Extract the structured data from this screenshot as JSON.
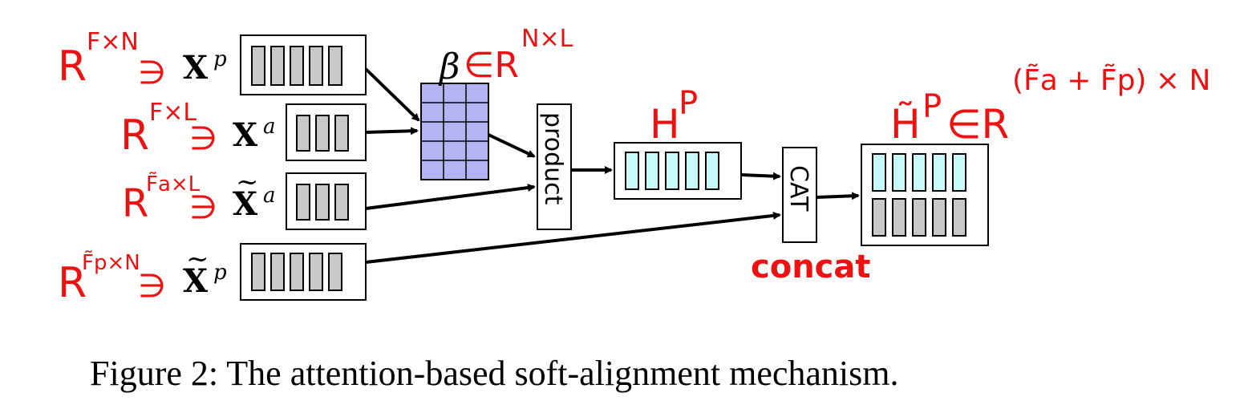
{
  "figure": {
    "caption": "Figure 2: The attention-based soft-alignment mechanism."
  },
  "inputs": {
    "xp": {
      "symbol": "X",
      "superscript": "p",
      "tilde": false,
      "annotation_base": "R",
      "annotation_exp": "F×N"
    },
    "xa": {
      "symbol": "X",
      "superscript": "a",
      "tilde": false,
      "annotation_base": "R",
      "annotation_exp": "F×L"
    },
    "xa_tilde": {
      "symbol": "X",
      "superscript": "a",
      "tilde": true,
      "annotation_base": "R",
      "annotation_exp": "F̃a×L"
    },
    "xp_tilde": {
      "symbol": "X",
      "superscript": "p",
      "tilde": true,
      "annotation_base": "R",
      "annotation_exp": "F̃p×N"
    }
  },
  "membership_symbol": "∋",
  "beta": {
    "label": "β∈R",
    "exp": "N×L",
    "color": "#b4b4f5"
  },
  "product": {
    "label": "product"
  },
  "hp": {
    "label": "H",
    "superscript": "P"
  },
  "cat": {
    "label": "CAT",
    "annotation": "concat"
  },
  "hp_tilde": {
    "label": "H̃",
    "superscript": "P",
    "suffix": "∈R",
    "exp": "(F̃a + F̃p) × N"
  },
  "colors": {
    "annotation": "#ee1111",
    "cell_gray": "#c8c8c8",
    "cell_cyan": "#c8fafa",
    "grid": "#b4b4f5"
  }
}
